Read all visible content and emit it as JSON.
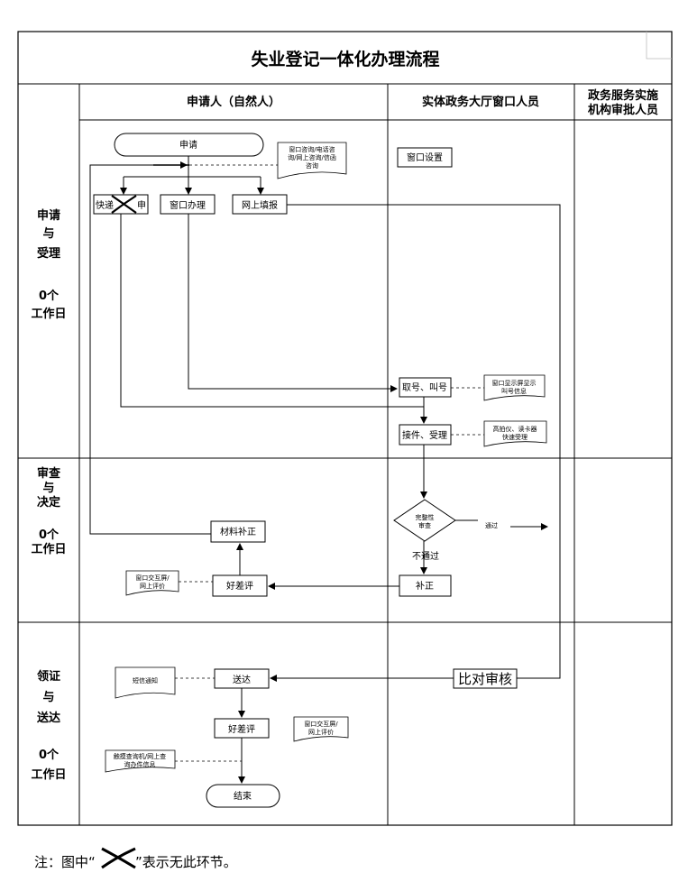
{
  "title": "失业登记一体化办理流程",
  "columns": {
    "applicant": "申请人（自然人）",
    "window_staff": "实体政务大厅窗口人员",
    "approver_line1": "政务服务实施",
    "approver_line2": "机构审批人员"
  },
  "stages": [
    {
      "lines": [
        "申请",
        "与",
        "受理"
      ],
      "days": [
        "0个",
        "工作日"
      ]
    },
    {
      "lines": [
        "审查",
        "与",
        "决定"
      ],
      "days": [
        "0个",
        "工作日"
      ]
    },
    {
      "lines": [
        "领证",
        "与",
        "送达"
      ],
      "days": [
        "0个",
        "工作日"
      ]
    }
  ],
  "nodes": {
    "apply": "申请",
    "consult": [
      "窗口咨询/电话咨",
      "询/网上咨询/信函",
      "咨询"
    ],
    "window_setup": "窗口设置",
    "express_left": "快递",
    "express_right": "申",
    "window_handle": "窗口办理",
    "online_fill": "网上填报",
    "take_number": "取号、叫号",
    "number_display": [
      "窗口显示屏显示",
      "叫号信息"
    ],
    "receive": "接件、受理",
    "scanner": [
      "高拍仪、读卡器",
      "快速受理"
    ],
    "completeness": [
      "完整性",
      "审查"
    ],
    "pass": "通过",
    "fail": "不通过",
    "correct": "补正",
    "material_supplement": "材料补正",
    "rating1": "好差评",
    "window_screen1": [
      "窗口交互屏/",
      "网上评价"
    ],
    "compare_review": "比对审核",
    "sms": "短信通知",
    "deliver": "送达",
    "rating2": "好差评",
    "window_screen2": [
      "窗口交互屏/",
      "网上评价"
    ],
    "touch_query": [
      "触摸查询机/网上查",
      "询办件信息"
    ],
    "end": "结束"
  },
  "note": {
    "prefix": "注：图中“",
    "suffix": "”表示无此环节。"
  }
}
